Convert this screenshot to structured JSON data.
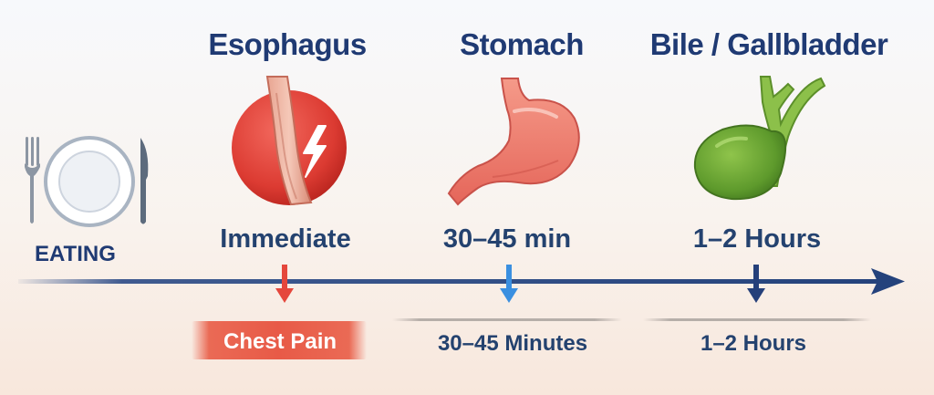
{
  "start": {
    "label": "EATING",
    "icon": "plate-fork-knife-icon"
  },
  "stages": [
    {
      "organ": "Esophagus",
      "icon": "esophagus-icon",
      "onset": "Immediate",
      "symptom": "Chest Pain",
      "accent": "#e8473b"
    },
    {
      "organ": "Stomach",
      "icon": "stomach-icon",
      "onset": "30–45 min",
      "symptom": "30–45 Minutes",
      "accent": "#3a8fe0"
    },
    {
      "organ": "Bile / Gallbladder",
      "icon": "gallbladder-icon",
      "onset": "1–2 Hours",
      "symptom": "1–2 Hours",
      "accent": "#25407a"
    }
  ],
  "colors": {
    "timeline": "#2b4a86",
    "title": "#1f3a73",
    "chest_pain_bg": "#e85a47"
  }
}
